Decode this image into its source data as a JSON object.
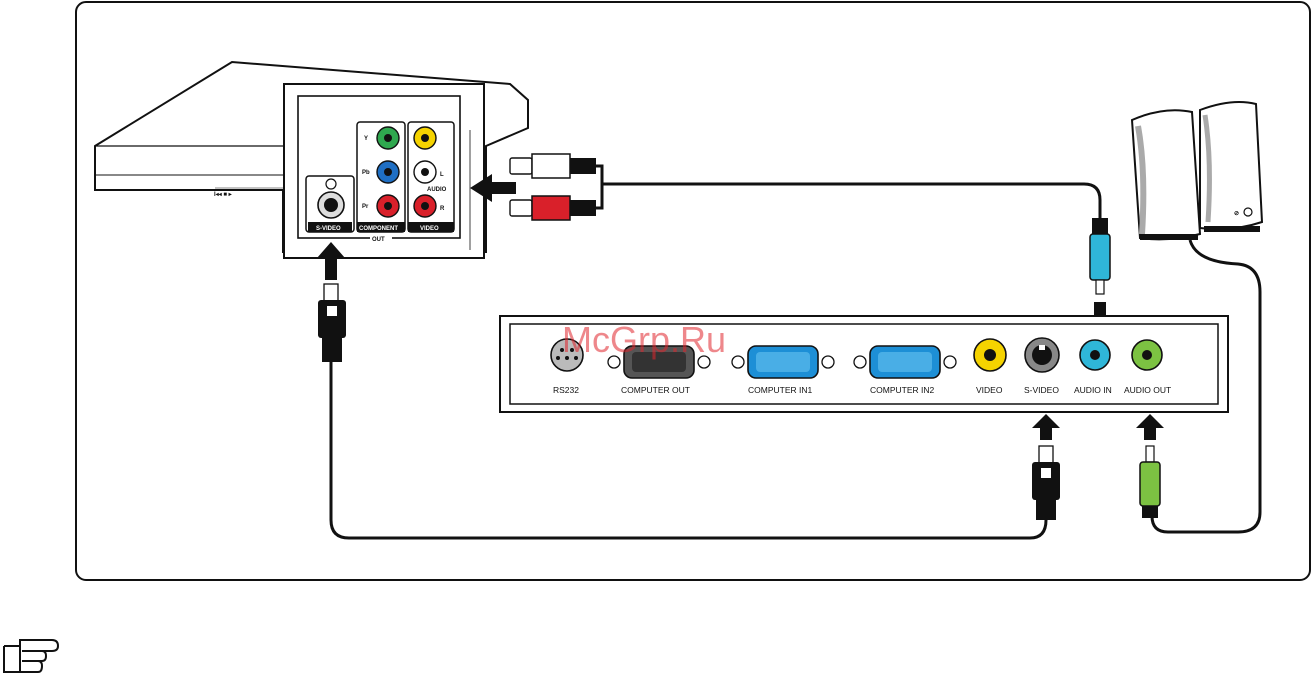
{
  "watermark": "McGrp.Ru",
  "source_panel": {
    "svideo_label": "S-VIDEO",
    "component_label": "COMPONENT",
    "video_label": "VIDEO",
    "out_label": "OUT",
    "audio_label": "AUDIO",
    "jack_y": "Y",
    "jack_pb": "Pb",
    "jack_pr": "Pr",
    "jack_l": "L",
    "jack_r": "R"
  },
  "projector": {
    "ports": {
      "rs232": "RS232",
      "computer_out": "COMPUTER OUT",
      "computer_in1": "COMPUTER IN1",
      "computer_in2": "COMPUTER IN2",
      "video": "VIDEO",
      "svideo": "S-VIDEO",
      "audio_in": "AUDIO IN",
      "audio_out": "AUDIO OUT"
    }
  },
  "colors": {
    "component_y": "#2fa84f",
    "component_pb": "#1f6fc4",
    "component_pr": "#d9202a",
    "video_yellow": "#f5d300",
    "audio_in_cyan": "#2fb6d8",
    "audio_out_green": "#7cc242",
    "vga_blue": "#1d8fd6"
  },
  "icons": [
    "note-hand-icon",
    "arrow-icon"
  ]
}
